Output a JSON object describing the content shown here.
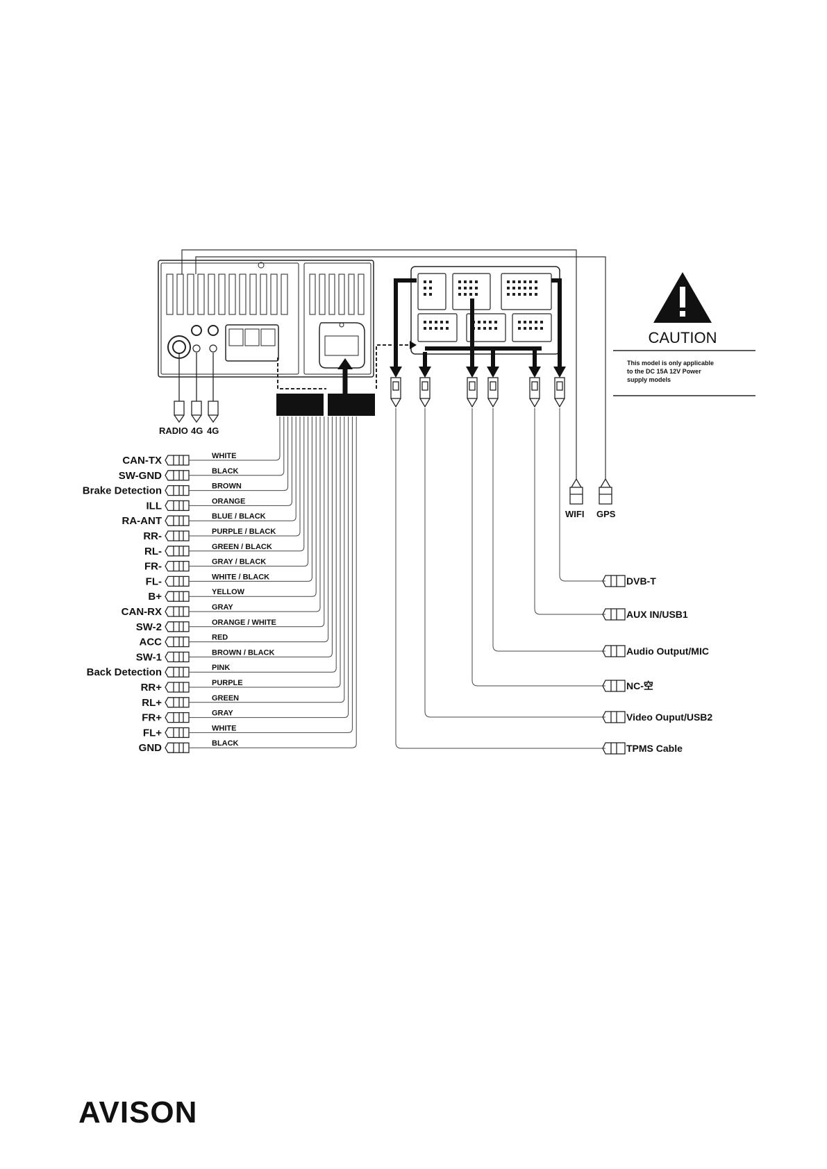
{
  "caution": {
    "title": "CAUTION",
    "lines": [
      "This model is only applicable",
      "to the DC 15A 12V Power",
      "supply models"
    ]
  },
  "antenna_labels": [
    "RADIO",
    "4G",
    "4G"
  ],
  "left_wires": [
    {
      "signal": "CAN-TX",
      "color": "WHITE"
    },
    {
      "signal": "SW-GND",
      "color": "BLACK"
    },
    {
      "signal": "Brake Detection",
      "color": "BROWN"
    },
    {
      "signal": "ILL",
      "color": "ORANGE"
    },
    {
      "signal": "RA-ANT",
      "color": "BLUE / BLACK"
    },
    {
      "signal": "RR-",
      "color": "PURPLE / BLACK"
    },
    {
      "signal": "RL-",
      "color": "GREEN / BLACK"
    },
    {
      "signal": "FR-",
      "color": "GRAY / BLACK"
    },
    {
      "signal": "FL-",
      "color": "WHITE / BLACK"
    },
    {
      "signal": "B+",
      "color": "YELLOW"
    },
    {
      "signal": "CAN-RX",
      "color": "GRAY"
    },
    {
      "signal": "SW-2",
      "color": "ORANGE / WHITE"
    },
    {
      "signal": "ACC",
      "color": "RED"
    },
    {
      "signal": "SW-1",
      "color": "BROWN / BLACK"
    },
    {
      "signal": "Back Detection",
      "color": "PINK"
    },
    {
      "signal": "RR+",
      "color": "PURPLE"
    },
    {
      "signal": "RL+",
      "color": "GREEN"
    },
    {
      "signal": "FR+",
      "color": "GRAY"
    },
    {
      "signal": "FL+",
      "color": "WHITE"
    },
    {
      "signal": "GND",
      "color": "BLACK"
    }
  ],
  "top_antennas": [
    "WIFI",
    "GPS"
  ],
  "right_outputs": [
    "DVB-T",
    "AUX IN/USB1",
    "Audio Output/MIC",
    "NC-空",
    "Video Ouput/USB2",
    "TPMS Cable"
  ],
  "brand": "AVISON"
}
